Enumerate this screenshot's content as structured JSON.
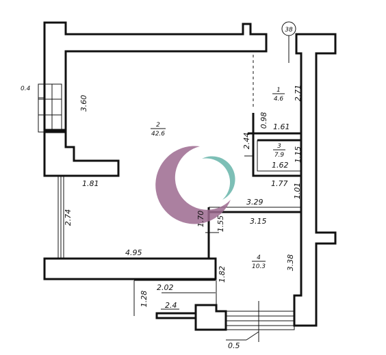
{
  "plan": {
    "axis_marker": "38",
    "rooms": [
      {
        "id": "room-1",
        "number": "1",
        "area": "4.6"
      },
      {
        "id": "room-2",
        "number": "2",
        "area": "42.6"
      },
      {
        "id": "room-3",
        "number": "3",
        "area": "7.9"
      },
      {
        "id": "room-4",
        "number": "4",
        "area": "10.3"
      }
    ],
    "dimensions": [
      "0.4",
      "3.60",
      "2.71",
      "0.98",
      "1.61",
      "2.44",
      "1.15",
      "1.62",
      "1.81",
      "1.77",
      "1.01",
      "3.29",
      "2.74",
      "1.70",
      "1.55",
      "3.15",
      "4.95",
      "3.38",
      "1.82",
      "2.02",
      "1.28",
      "2.4",
      "0.5"
    ],
    "logo": {
      "colors": [
        "#9c6a8f",
        "#6fb8ae"
      ]
    }
  }
}
